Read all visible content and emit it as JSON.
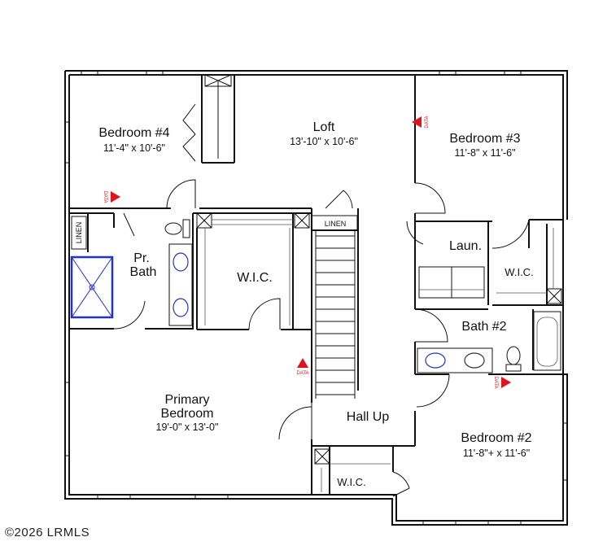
{
  "rooms": {
    "bedroom4": {
      "name": "Bedroom #4",
      "dims": "11'-4\" x 10'-6\""
    },
    "loft": {
      "name": "Loft",
      "dims": "13'-10\" x 10'-6\""
    },
    "bedroom3": {
      "name": "Bedroom #3",
      "dims": "11'-8\" x 11'-6\""
    },
    "pr_bath": {
      "line1": "Pr.",
      "line2": "Bath"
    },
    "wic_primary": {
      "name": "W.I.C."
    },
    "laundry": {
      "name": "Laun."
    },
    "wic_bed3": {
      "name": "W.I.C."
    },
    "bath2": {
      "name": "Bath #2"
    },
    "primary_bedroom": {
      "line1": "Primary",
      "line2": "Bedroom",
      "dims": "19'-0\" x 13'-0\""
    },
    "hall": {
      "name": "Hall Up"
    },
    "bedroom2": {
      "name": "Bedroom #2",
      "dims": "11'-8\"+ x 11'-6\""
    },
    "wic_bed2": {
      "name": "W.I.C."
    }
  },
  "linen_labels": {
    "left": "LINEN",
    "hall": "LINEN"
  },
  "data_markers": [
    "DATA",
    "DATA",
    "DATA",
    "DATA"
  ],
  "copyright": "©2026 LRMLS",
  "colors": {
    "line": "#111111",
    "marker": "#e0141e",
    "shower": "#2233cc"
  }
}
